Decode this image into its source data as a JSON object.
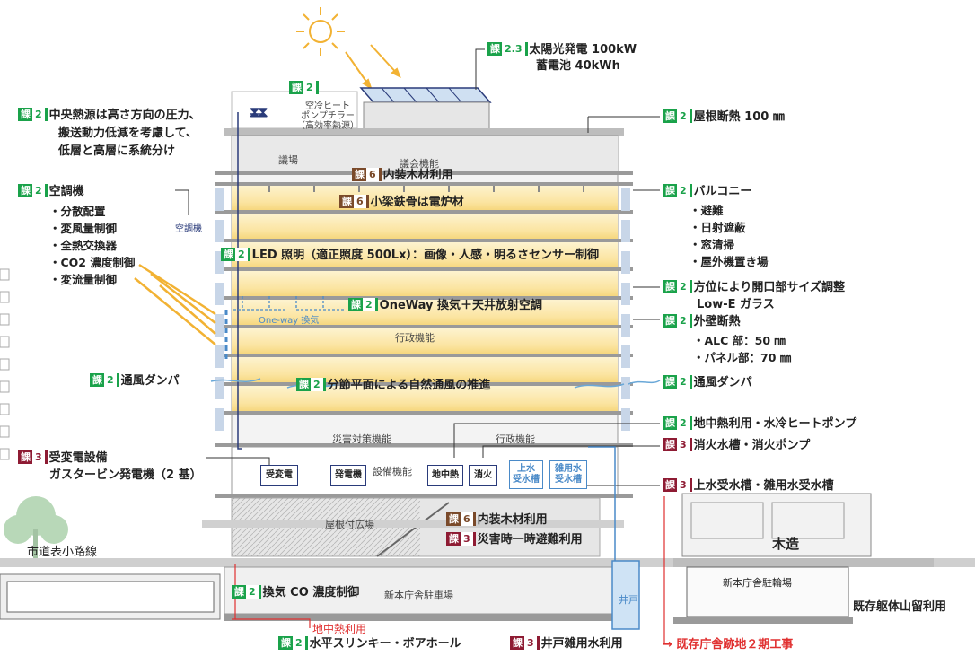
{
  "header": {
    "solar": {
      "tag": "課",
      "num": "2.3",
      "line1": "太陽光発電 100kW",
      "line2": "蓄電池 40kWh"
    },
    "chiller_tag": {
      "tag": "課",
      "num": "2"
    },
    "chiller_note": [
      "空冷ヒート",
      "ポンプチラー",
      "（高効率熱源）"
    ],
    "roof_insulation": {
      "tag": "課",
      "num": "2",
      "text": "屋根断熱 100 ㎜"
    }
  },
  "left": {
    "central_heat": {
      "tag": "課",
      "num": "2",
      "lines": [
        "中央熱源は高さ方向の圧力、",
        "搬送動力低減を考慮して、",
        "低層と高層に系統分け"
      ]
    },
    "ahu": {
      "tag": "課",
      "num": "2",
      "title": "空調機",
      "items": [
        "・分散配置",
        "・変風量制御",
        "・全熱交換器",
        "・CO2 濃度制御",
        "・変流量制御"
      ]
    },
    "ahu_note": "空調機",
    "damper": {
      "tag": "課",
      "num": "2",
      "text": "通風ダンパ"
    },
    "substation": {
      "tag": "課",
      "num": "3",
      "line1": "受変電設備",
      "line2": "ガスタービン発電機（2 基）"
    },
    "road": "市道表小路線"
  },
  "right": {
    "balcony": {
      "tag": "課",
      "num": "2",
      "title": "バルコニー",
      "items": [
        "・避難",
        "・日射遮蔽",
        "・窓清掃",
        "・屋外機置き場"
      ]
    },
    "opening": {
      "tag": "課",
      "num": "2",
      "line1": "方位により開口部サイズ調整",
      "line2": "Low-E ガラス"
    },
    "wall": {
      "tag": "課",
      "num": "2",
      "title": "外壁断熱",
      "items": [
        "・ALC 部：50 ㎜",
        "・パネル部：70 ㎜"
      ]
    },
    "damper": {
      "tag": "課",
      "num": "2",
      "text": "通風ダンパ"
    },
    "geothermal": {
      "tag": "課",
      "num": "2",
      "text": "地中熱利用・水冷ヒートポンプ"
    },
    "fire_tank": {
      "tag": "課",
      "num": "3",
      "text": "消火水槽・消火ポンプ"
    },
    "water_tank": {
      "tag": "課",
      "num": "3",
      "text": "上水受水槽・雑用水受水槽"
    },
    "wood": "木造",
    "bike": "新本庁舎駐輪場",
    "existing": "既存躯体山留利用",
    "phase2": "→ 既存庁舎跡地２期工事"
  },
  "center": {
    "floor_council": "議場",
    "council_func": "議会機能",
    "interior_wood_top": {
      "tag": "課",
      "num": "6",
      "text": "内装木材利用"
    },
    "beam": {
      "tag": "課",
      "num": "6",
      "text": "小梁鉄骨は電炉材"
    },
    "led": {
      "tag": "課",
      "num": "2",
      "text": "LED 照明（適正照度 500Lx）：画像・人感・明るさセンサー制御"
    },
    "oneway": {
      "tag": "課",
      "num": "2",
      "text": "OneWay 換気＋天井放射空調"
    },
    "oneway_note": "One-way 換気",
    "admin1": "行政機能",
    "natural_vent": {
      "tag": "課",
      "num": "2",
      "text": "分節平面による自然通風の推進"
    },
    "disaster_func": "災害対策機能",
    "admin2": "行政機能",
    "equipment_func": "設備機能",
    "rooms": [
      "受変電",
      "発電機",
      "地中熱",
      "消火",
      "上水\n受水槽",
      "雑用水\n受水槽"
    ],
    "plaza": "屋根付広場",
    "interior_wood_low": {
      "tag": "課",
      "num": "6",
      "text": "内装木材利用"
    },
    "evac": {
      "tag": "課",
      "num": "3",
      "text": "災害時一時避難利用"
    },
    "co2": {
      "tag": "課",
      "num": "2",
      "text": "換気 CO 濃度制御"
    },
    "parking": "新本庁舎駐車場",
    "well": "井戸",
    "geo_use": "地中熱利用",
    "slinky": {
      "tag": "課",
      "num": "2",
      "text": "水平スリンキー・ボアホール"
    },
    "well_use": {
      "tag": "課",
      "num": "3",
      "text": "井戸雑用水利用"
    }
  },
  "colors": {
    "green": "#1aa24a",
    "red": "#8e1b33",
    "brown": "#7a4a2a",
    "floor_glow": "#fbe9b0",
    "sun": "#f2b233"
  }
}
